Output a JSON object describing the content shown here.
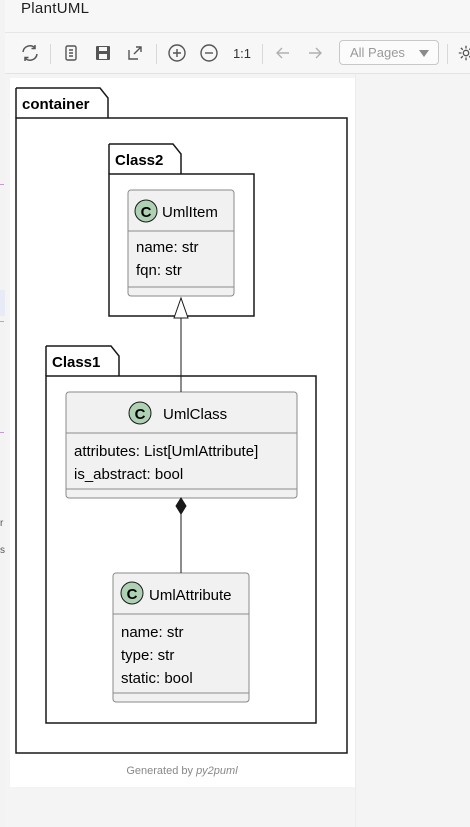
{
  "window": {
    "title": "PlantUML"
  },
  "toolbar": {
    "zoom_actual_label": "1:1",
    "page_select_value": "All Pages",
    "icons": [
      "refresh-icon",
      "copy-icon",
      "save-icon",
      "open-external-icon",
      "zoom-in-icon",
      "zoom-out-icon",
      "arrow-left-icon",
      "arrow-right-icon",
      "chevron-down-icon",
      "gear-icon"
    ]
  },
  "sidebar": {
    "fragments": [
      "r",
      "s"
    ]
  },
  "diagram": {
    "packages": [
      {
        "name": "container"
      },
      {
        "name": "Class2"
      },
      {
        "name": "Class1"
      }
    ],
    "classes": [
      {
        "stereotype_letter": "C",
        "name": "UmlItem",
        "attributes": [
          "name: str",
          "fqn: str"
        ]
      },
      {
        "stereotype_letter": "C",
        "name": "UmlClass",
        "attributes": [
          "attributes: List[UmlAttribute]",
          "is_abstract: bool"
        ]
      },
      {
        "stereotype_letter": "C",
        "name": "UmlAttribute",
        "attributes": [
          "name: str",
          "type: str",
          "static: bool"
        ]
      }
    ],
    "relations": [
      {
        "from": "UmlClass",
        "to": "UmlItem",
        "type": "inheritance"
      },
      {
        "from": "UmlClass",
        "to": "UmlAttribute",
        "type": "composition"
      }
    ],
    "footer": {
      "prefix": "Generated by ",
      "tool": "py2puml"
    },
    "colors": {
      "class_fill": "#f1f1f1",
      "circle_fill": "#add1b2",
      "border": "#181818",
      "class_border": "#8a8a8a"
    }
  }
}
